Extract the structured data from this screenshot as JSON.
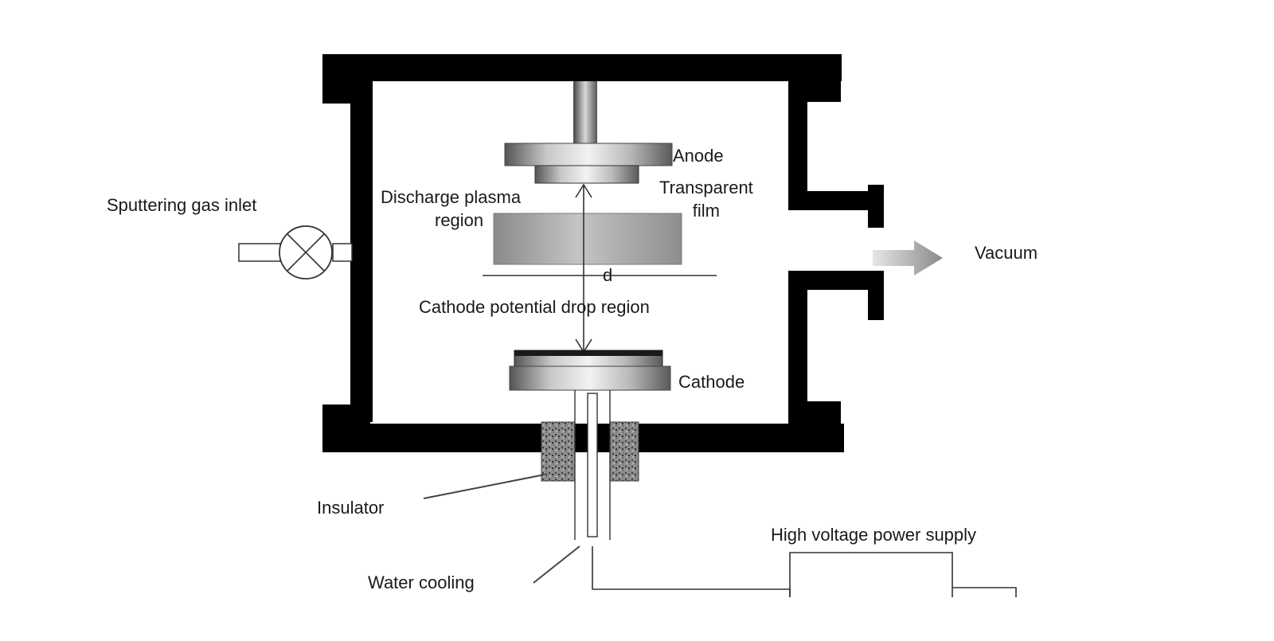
{
  "labels": {
    "anode": "Anode",
    "transparent_film": [
      "Transparent",
      "film"
    ],
    "discharge_plasma_region": [
      "Discharge plasma",
      "region"
    ],
    "sputtering_gas_inlet": "Sputtering gas inlet",
    "vacuum": "Vacuum",
    "gap_distance": "d",
    "cathode_potential_drop_region": "Cathode potential drop region",
    "cathode": "Cathode",
    "insulator": "Insulator",
    "water_cooling": "Water cooling",
    "high_voltage_power_supply": "High voltage power supply"
  }
}
